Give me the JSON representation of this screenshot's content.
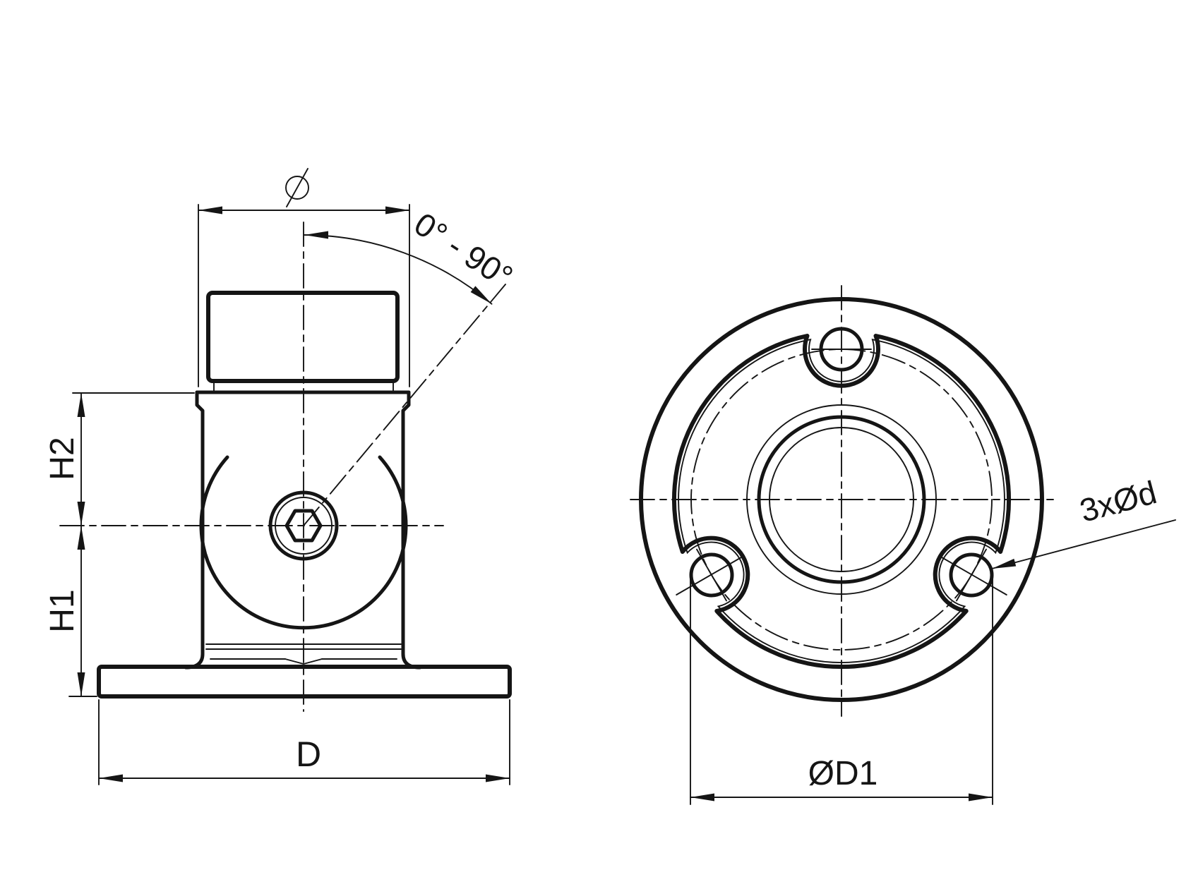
{
  "drawing": {
    "type": "technical-drawing",
    "background": "#ffffff",
    "line_color": "#151515",
    "front_view": {
      "description": "side elevation of articulating flange fitting",
      "labels": {
        "diameter_symbol": "Ø",
        "angle_range": "0° - 90°",
        "height_upper": "H2",
        "height_lower": "H1",
        "base_diameter": "D"
      }
    },
    "top_view": {
      "description": "plan view of base flange",
      "labels": {
        "holes": "3xØd",
        "bolt_circle_diameter": "ØD1"
      }
    }
  }
}
